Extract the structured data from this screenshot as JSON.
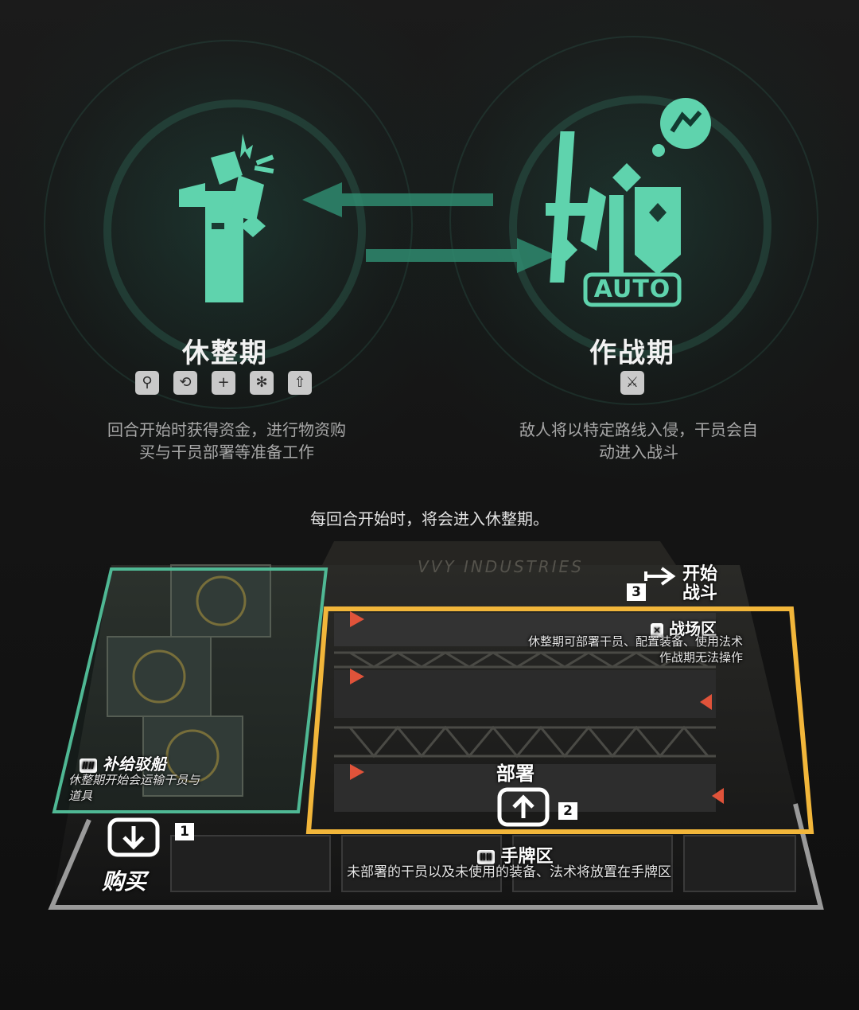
{
  "rest_phase": {
    "title": "休整期",
    "icons": [
      "recruit-icon",
      "refresh-icon",
      "add-operator-icon",
      "snowflake-icon",
      "export-icon"
    ],
    "desc_line1": "回合开始时获得资金，进行物资购",
    "desc_line2": "买与干员部署等准备工作"
  },
  "battle_phase": {
    "title": "作战期",
    "auto_label": "AUTO",
    "icons": [
      "crossed-swords-icon"
    ],
    "desc_line1": "敌人将以特定路线入侵，干员会自",
    "desc_line2": "动进入战斗"
  },
  "round_note": "每回合开始时，将会进入休整期。",
  "board": {
    "industries_text": "VVY INDUSTRIES",
    "start_battle": {
      "number": "3",
      "line1": "开始",
      "line2": "战斗"
    },
    "battlefield": {
      "label": "战场区",
      "desc_line1": "休整期可部署干员、配置装备、使用法术",
      "desc_line2": "作战期无法操作"
    },
    "supply_ship": {
      "label": "补给驳船",
      "desc_line1": "休整期开始会运输干员与",
      "desc_line2": "道具"
    },
    "deploy": {
      "label": "部署",
      "number": "2"
    },
    "buy": {
      "label": "购买",
      "number": "1"
    },
    "hand": {
      "label": "手牌区",
      "desc": "未部署的干员以及未使用的装备、法术将放置在手牌区"
    }
  },
  "colors": {
    "accent_green": "#5fd3ad",
    "accent_gold": "#f2b63a",
    "green_frame": "#4fb894",
    "board_outline": "#9a9a9a"
  }
}
